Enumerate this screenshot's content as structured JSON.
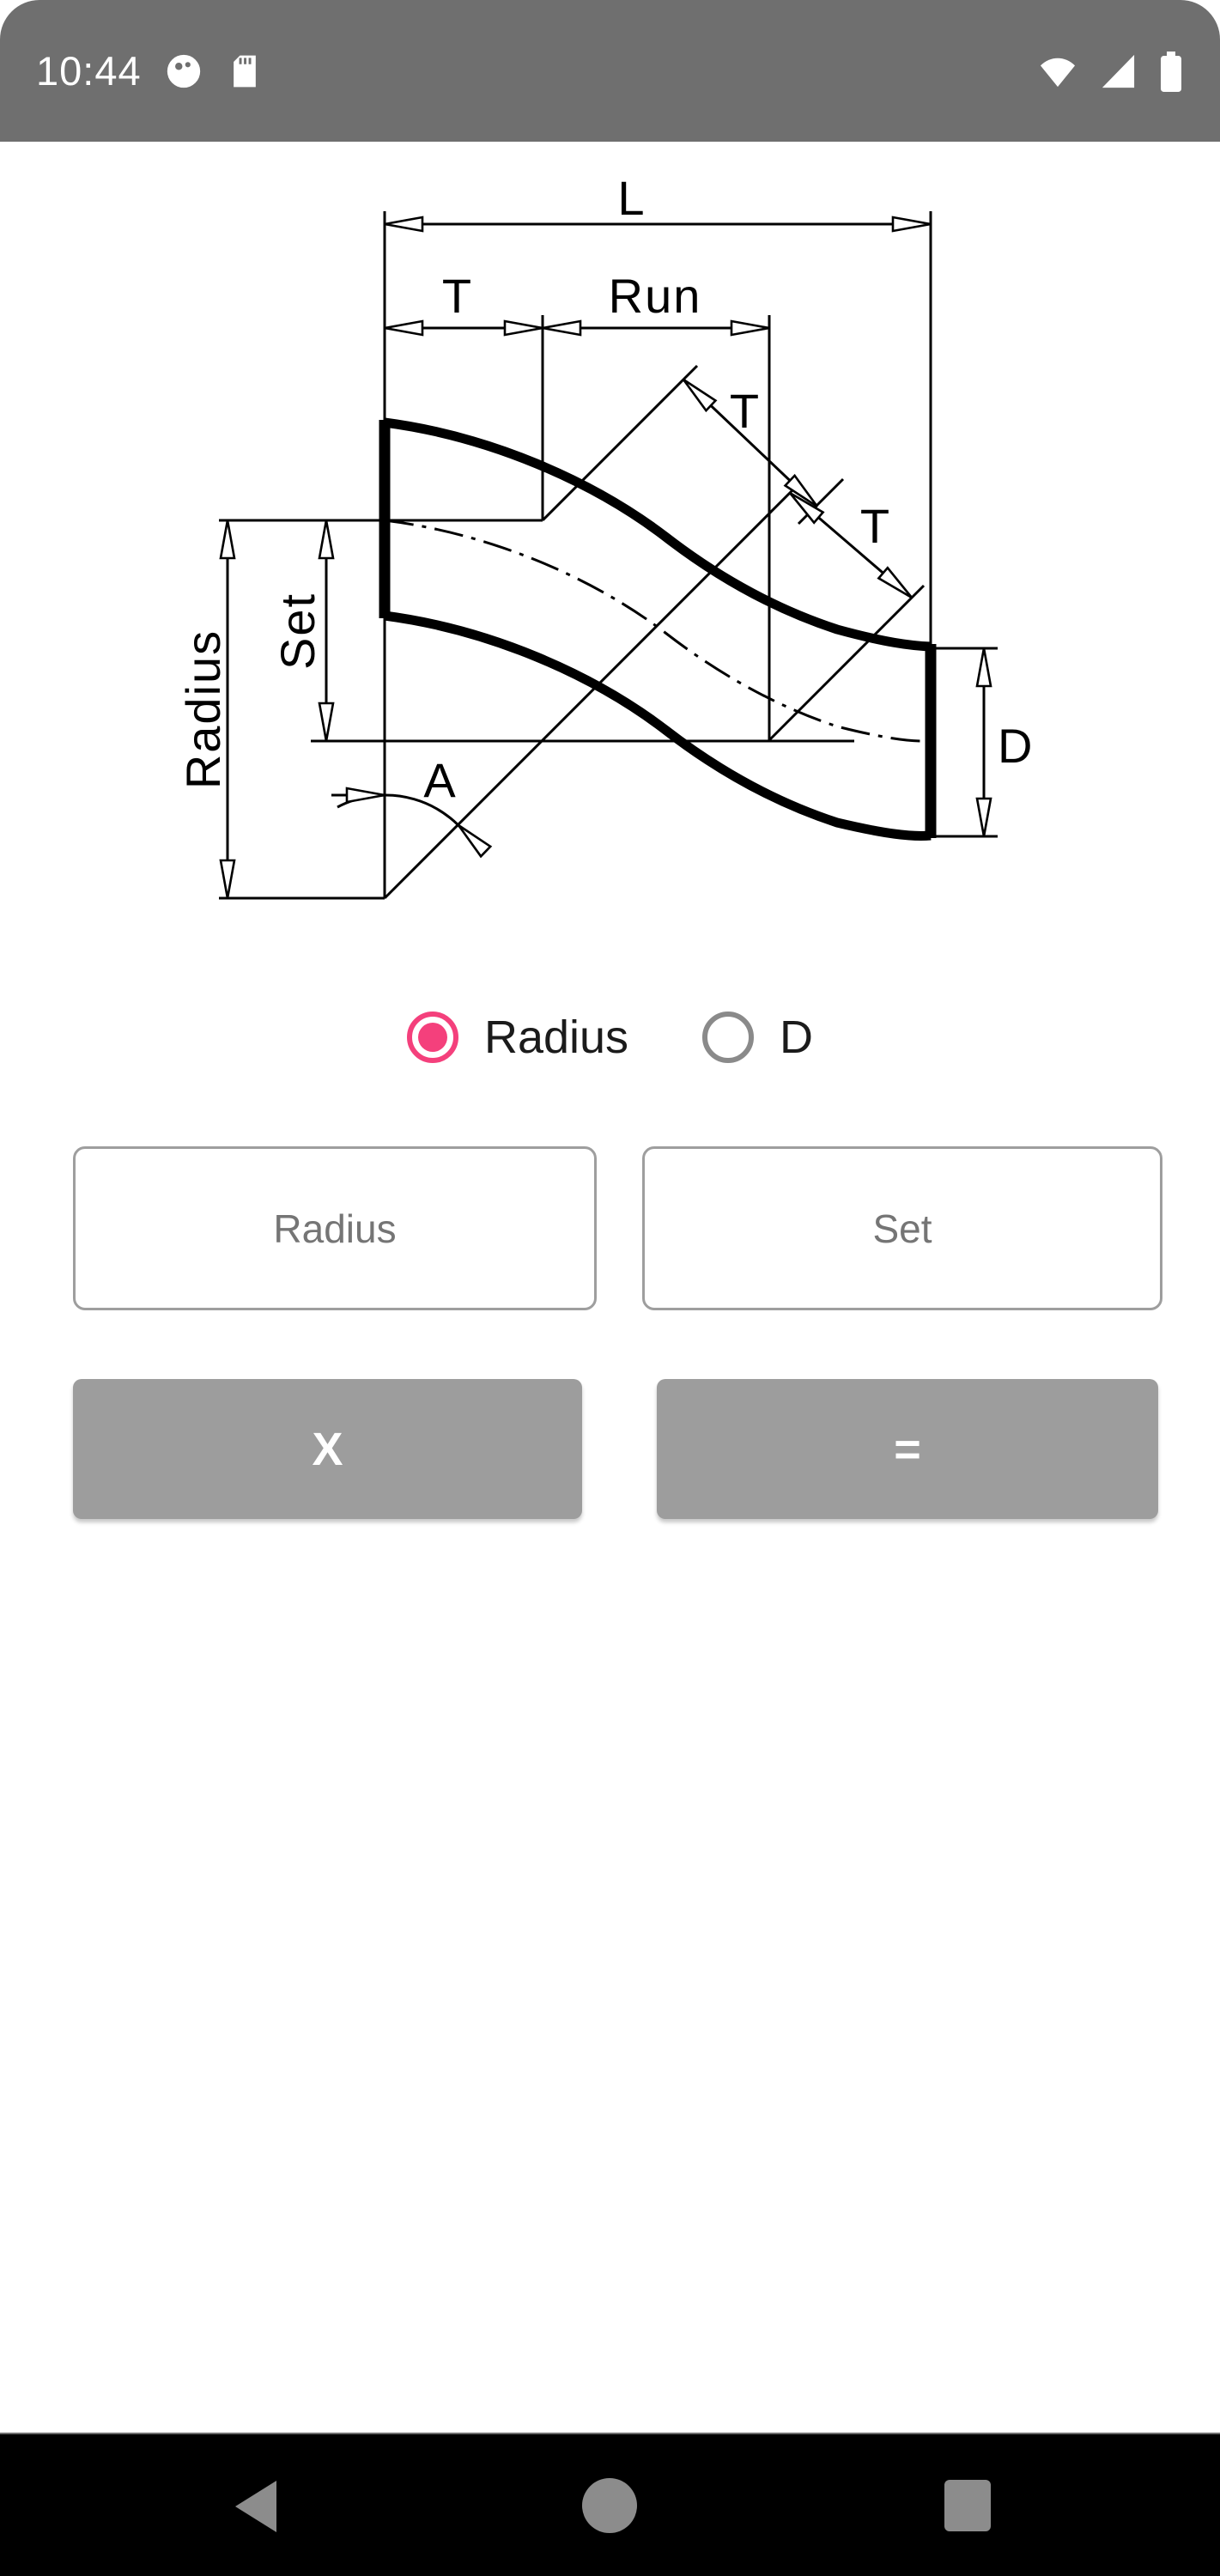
{
  "status_bar": {
    "time": "10:44",
    "left_icons": [
      "notification-dot-icon",
      "sd-card-icon"
    ],
    "right_icons": [
      "wifi-icon",
      "cell-signal-icon",
      "battery-icon"
    ]
  },
  "diagram": {
    "labels": {
      "length": "L",
      "tee_left": "T",
      "run": "Run",
      "tee_upper": "T",
      "tee_lower": "T",
      "radius": "Radius",
      "set": "Set",
      "angle": "A",
      "diameter": "D"
    }
  },
  "radio_group": {
    "options": [
      {
        "label": "Radius",
        "selected": true
      },
      {
        "label": "D",
        "selected": false
      }
    ]
  },
  "inputs": {
    "radius_placeholder": "Radius",
    "set_placeholder": "Set"
  },
  "buttons": {
    "multiply": "X",
    "equals": "="
  },
  "colors": {
    "accent_pink": "#F4407C",
    "button_gray": "#9D9D9D",
    "status_bar_gray": "#6F6F6F",
    "nav_icon_gray": "#8C8C8C"
  },
  "navigation_bar": {
    "icons": [
      "back-icon",
      "home-icon",
      "recents-icon"
    ]
  }
}
